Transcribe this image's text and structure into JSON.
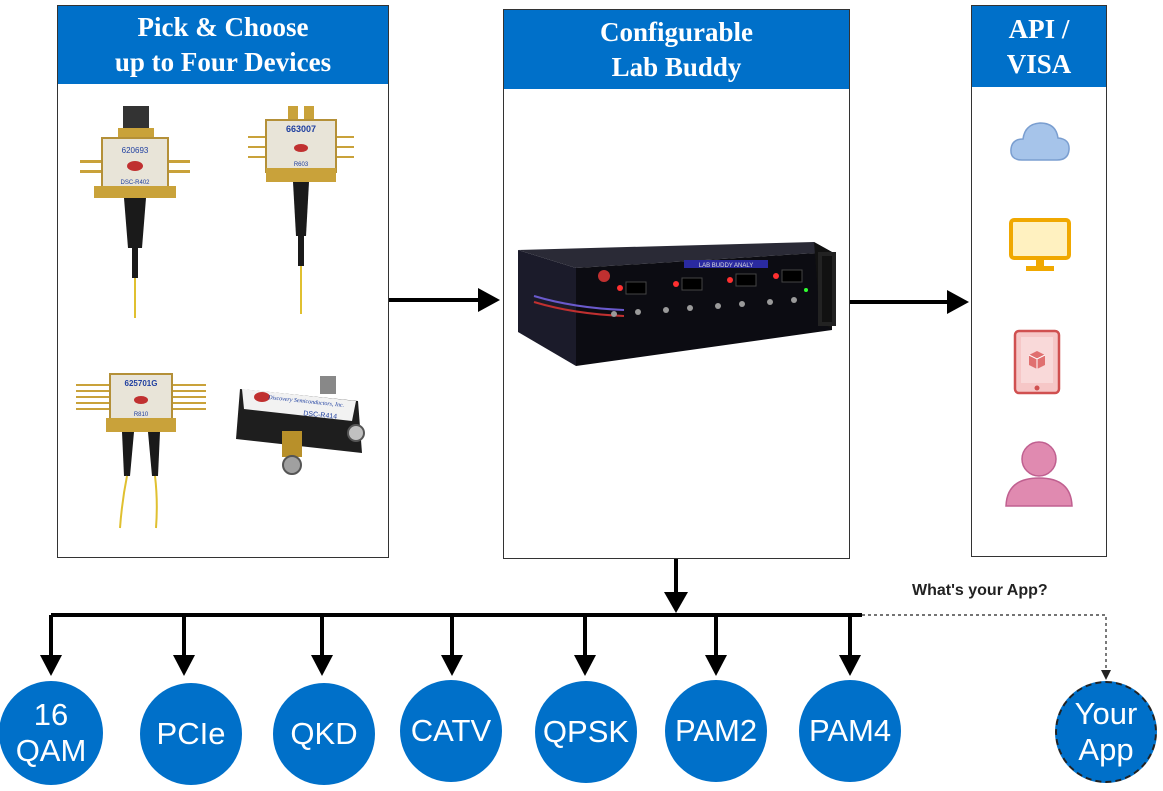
{
  "panels": {
    "devices": {
      "line1": "Pick & Choose",
      "line2": "up to Four Devices"
    },
    "lab_buddy": {
      "line1": "Configurable",
      "line2": "Lab Buddy"
    },
    "api": {
      "line1": "API /",
      "line2": "VISA"
    }
  },
  "device_labels": {
    "d1_top": "620693",
    "d1_bottom": "DSC-R402",
    "d2_top": "663007",
    "d2_bottom": "R603",
    "d3_top": "625701G",
    "d3_bottom": "R810",
    "d4_top": "Discovery Semiconductors, Inc.",
    "d4_bottom": "DSC-R414"
  },
  "instrument": {
    "nameplate": "LAB BUDDY ANALY"
  },
  "api_icons": [
    "cloud-icon",
    "monitor-icon",
    "tablet-icon",
    "user-icon"
  ],
  "note": "What's your App?",
  "apps": [
    {
      "line1": "16",
      "line2": "QAM"
    },
    {
      "line1": "PCIe",
      "line2": ""
    },
    {
      "line1": "QKD",
      "line2": ""
    },
    {
      "line1": "CATV",
      "line2": ""
    },
    {
      "line1": "QPSK",
      "line2": ""
    },
    {
      "line1": "PAM2",
      "line2": ""
    },
    {
      "line1": "PAM4",
      "line2": ""
    }
  ],
  "your_app": {
    "line1": "Your",
    "line2": "App"
  },
  "colors": {
    "accent": "#0070c9",
    "line": "#000000"
  }
}
